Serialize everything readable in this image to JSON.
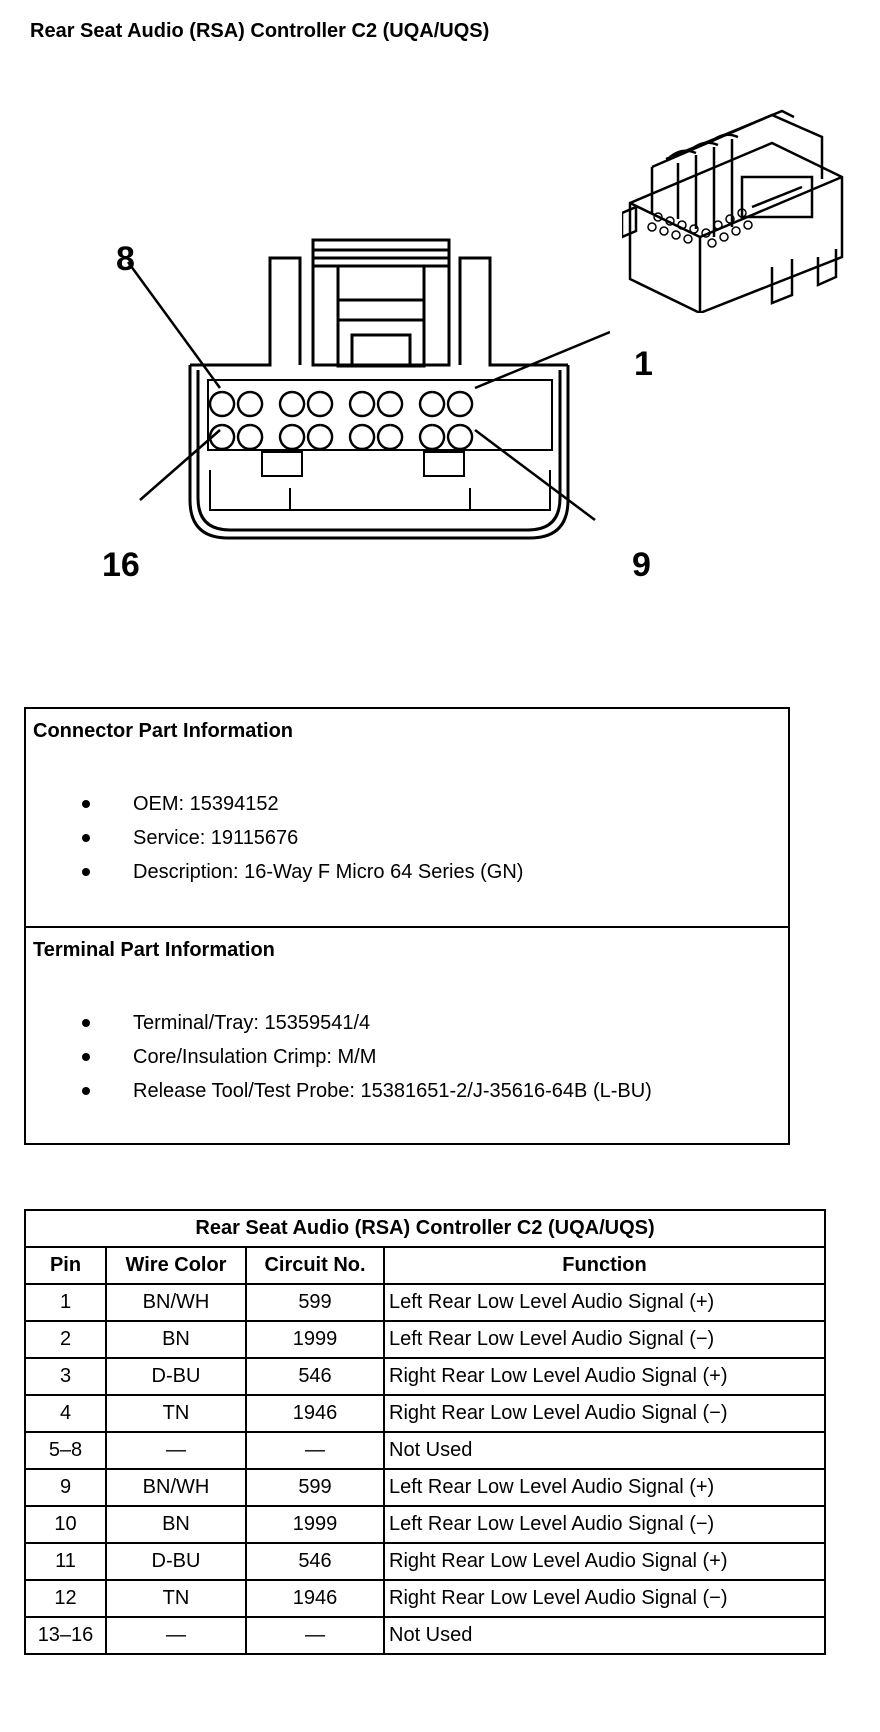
{
  "title": "Rear Seat Audio (RSA) Controller C2 (UQA/UQS)",
  "diagram": {
    "pin_labels": {
      "top_left": "8",
      "top_right": "1",
      "bottom_left": "16",
      "bottom_right": "9"
    }
  },
  "connector_part": {
    "heading": "Connector Part Information",
    "items": [
      "OEM: 15394152",
      "Service: 19115676",
      "Description: 16-Way F Micro 64 Series (GN)"
    ]
  },
  "terminal_part": {
    "heading": "Terminal Part Information",
    "items": [
      "Terminal/Tray: 15359541/4",
      "Core/Insulation Crimp: M/M",
      "Release Tool/Test Probe: 15381651-2/J-35616-64B (L-BU)"
    ]
  },
  "pin_table": {
    "title": "Rear Seat Audio (RSA) Controller C2 (UQA/UQS)",
    "headers": [
      "Pin",
      "Wire Color",
      "Circuit No.",
      "Function"
    ],
    "rows": [
      [
        "1",
        "BN/WH",
        "599",
        "Left Rear Low Level Audio Signal (+)"
      ],
      [
        "2",
        "BN",
        "1999",
        "Left Rear Low Level Audio Signal (−)"
      ],
      [
        "3",
        "D-BU",
        "546",
        "Right Rear Low Level Audio Signal (+)"
      ],
      [
        "4",
        "TN",
        "1946",
        "Right Rear Low Level Audio Signal (−)"
      ],
      [
        "5–8",
        "—",
        "—",
        "Not Used"
      ],
      [
        "9",
        "BN/WH",
        "599",
        "Left Rear Low Level Audio Signal (+)"
      ],
      [
        "10",
        "BN",
        "1999",
        "Left Rear Low Level Audio Signal (−)"
      ],
      [
        "11",
        "D-BU",
        "546",
        "Right Rear Low Level Audio Signal (+)"
      ],
      [
        "12",
        "TN",
        "1946",
        "Right Rear Low Level Audio Signal (−)"
      ],
      [
        "13–16",
        "—",
        "—",
        "Not Used"
      ]
    ]
  }
}
